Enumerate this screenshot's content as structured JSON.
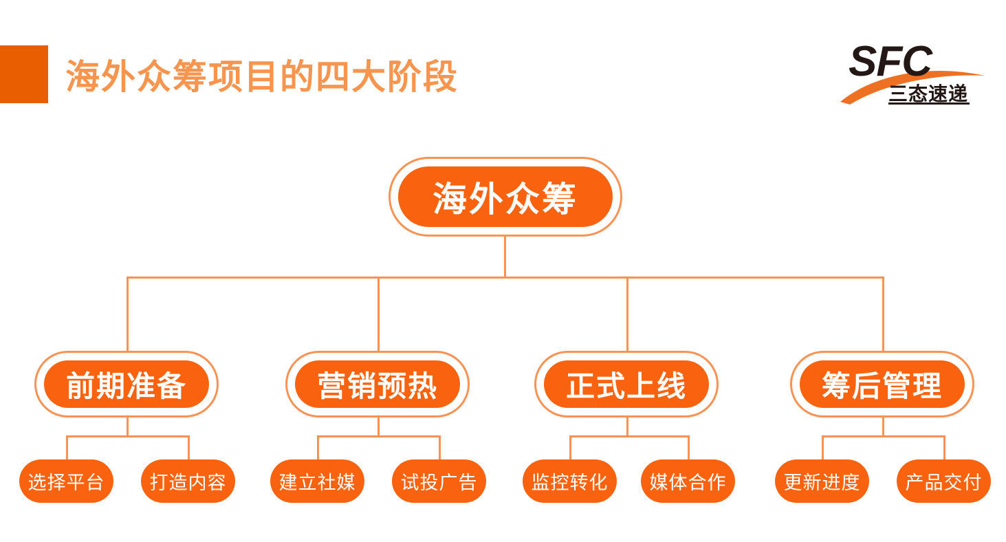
{
  "header": {
    "title": "海外众筹项目的四大阶段",
    "accent_color": "#E95E00",
    "title_color": "#F7944D"
  },
  "logo": {
    "wordmark": "SFC",
    "subtitle": "三态速递",
    "wordmark_color": "#231815",
    "swoosh_color": "#EE7023"
  },
  "theme": {
    "node_fill": "#F96310",
    "node_ring": "#FA9254",
    "connector": "#FA9254",
    "node_text": "#FFFFFF",
    "background": "#FFFFFF"
  },
  "diagram": {
    "type": "tree",
    "root": {
      "label": "海外众筹"
    },
    "stages": [
      {
        "label": "前期准备",
        "children": [
          {
            "label": "选择平台"
          },
          {
            "label": "打造内容"
          }
        ]
      },
      {
        "label": "营销预热",
        "children": [
          {
            "label": "建立社媒"
          },
          {
            "label": "试投广告"
          }
        ]
      },
      {
        "label": "正式上线",
        "children": [
          {
            "label": "监控转化"
          },
          {
            "label": "媒体合作"
          }
        ]
      },
      {
        "label": "筹后管理",
        "children": [
          {
            "label": "更新进度"
          },
          {
            "label": "产品交付"
          }
        ]
      }
    ]
  }
}
